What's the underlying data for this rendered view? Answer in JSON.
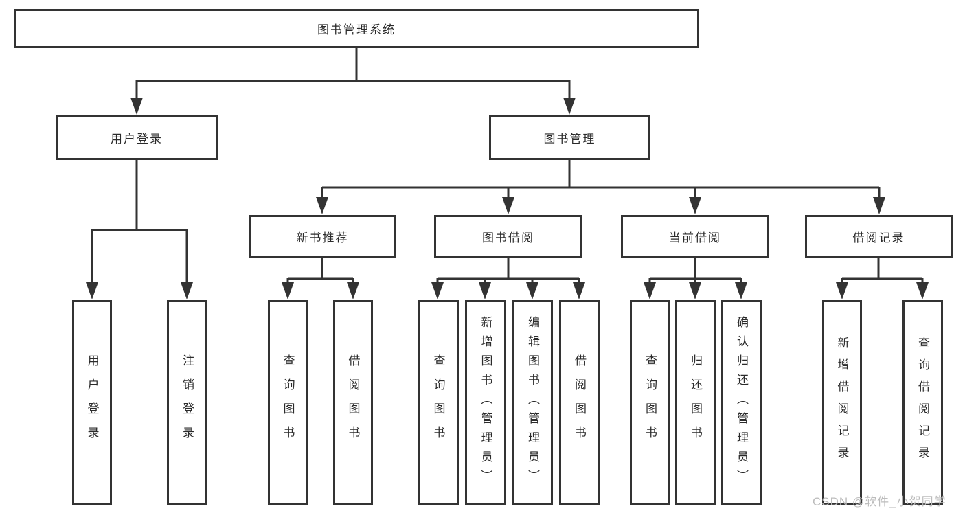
{
  "diagram_type": "functional-structure-tree",
  "colors": {
    "line": "#333333",
    "box_border": "#333333",
    "box_fill": "#ffffff",
    "text": "#2b2b2b",
    "watermark_text": "#bcbcbc",
    "background": "#ffffff"
  },
  "tree": {
    "root": {
      "label": "图书管理系统"
    },
    "branches": [
      {
        "label": "用户登录",
        "children": [
          "用户登录",
          "注销登录"
        ]
      },
      {
        "label": "图书管理",
        "children": [
          {
            "label": "新书推荐",
            "children": [
              "查询图书",
              "借阅图书"
            ]
          },
          {
            "label": "图书借阅",
            "children": [
              "查询图书",
              "新增图书（管理员）",
              "编辑图书（管理员）",
              "借阅图书"
            ]
          },
          {
            "label": "当前借阅",
            "children": [
              "查询图书",
              "归还图书",
              "确认归还（管理员）"
            ]
          },
          {
            "label": "借阅记录",
            "children": [
              "新增借阅记录",
              "查询借阅记录"
            ]
          }
        ]
      }
    ]
  },
  "watermark": {
    "text": "CSDN @软件_小贺同学"
  }
}
